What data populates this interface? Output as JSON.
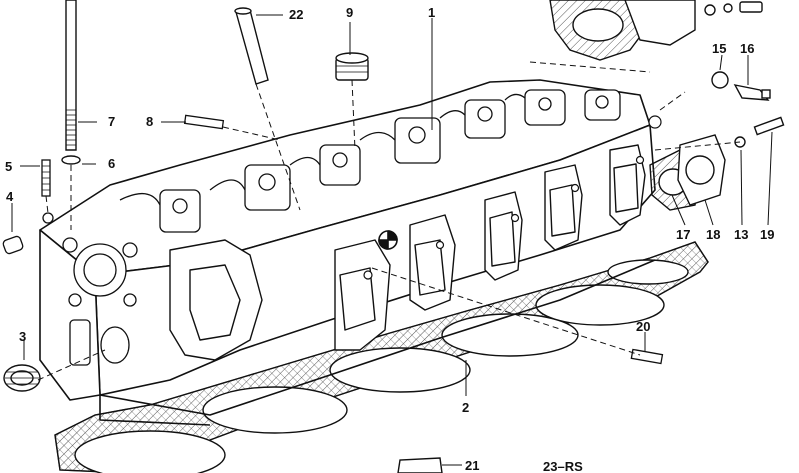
{
  "diagram": {
    "type": "exploded-parts-diagram",
    "colors": {
      "ink": "#111111",
      "paper": "#ffffff",
      "gasket_hatch": "#555555"
    },
    "callouts": [
      {
        "id": "c1",
        "label": "1"
      },
      {
        "id": "c2",
        "label": "2"
      },
      {
        "id": "c3",
        "label": "3"
      },
      {
        "id": "c4",
        "label": "4"
      },
      {
        "id": "c5",
        "label": "5"
      },
      {
        "id": "c6",
        "label": "6"
      },
      {
        "id": "c7",
        "label": "7"
      },
      {
        "id": "c8",
        "label": "8"
      },
      {
        "id": "c9",
        "label": "9"
      },
      {
        "id": "c13",
        "label": "13"
      },
      {
        "id": "c15",
        "label": "15"
      },
      {
        "id": "c16",
        "label": "16"
      },
      {
        "id": "c17",
        "label": "17"
      },
      {
        "id": "c18",
        "label": "18"
      },
      {
        "id": "c19",
        "label": "19"
      },
      {
        "id": "c20",
        "label": "20"
      },
      {
        "id": "c21",
        "label": "21"
      },
      {
        "id": "c22",
        "label": "22"
      },
      {
        "id": "c23",
        "label": "23–RS"
      }
    ]
  }
}
